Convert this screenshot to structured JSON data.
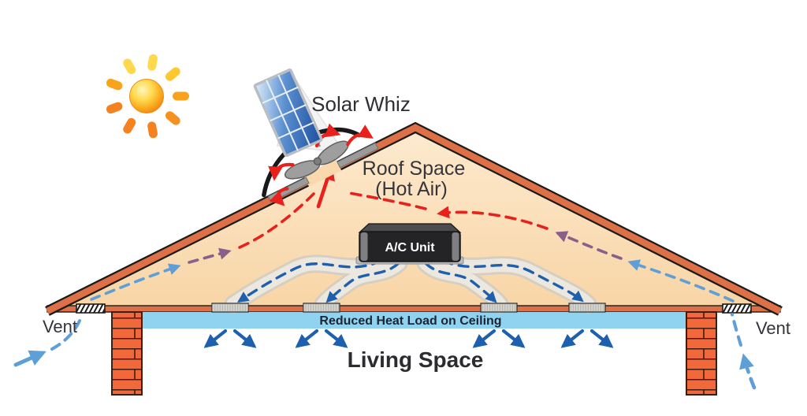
{
  "diagram": {
    "product_label": "Solar Whiz",
    "roof_space_label_line1": "Roof Space",
    "roof_space_label_line2": "(Hot Air)",
    "ac_unit_label": "A/C Unit",
    "ceiling_label": "Reduced Heat Load on Ceiling",
    "living_space_label": "Living Space",
    "left_vent_label": "Vent",
    "right_vent_label": "Vent"
  },
  "colors": {
    "roof_salmon": "#de7048",
    "attic_peach_top": "#fdeacf",
    "attic_peach_bottom": "#f8d5a6",
    "ceiling_blue": "#8fd3f0",
    "brick_orange": "#f1683a",
    "brick_mortar": "#3f1d0c",
    "duct_gray": "#ece8e0",
    "hot_air_red": "#e8211d",
    "cool_air_blue": "#1e5fae",
    "intake_light_blue": "#5e9fd8",
    "mixing_purple": "#8a5f8a",
    "sun_yellow": "#ffd34d",
    "sun_orange": "#f58220",
    "unit_dark": "#242427"
  },
  "icons": {
    "sun-icon": "sun with rays",
    "solar-panel-icon": "tilted blue photovoltaic panel",
    "fan-icon": "roof exhaust fan impeller",
    "fan-cowl": "black hood over fan",
    "eave-vent-icon": "hatched soffit vent grille",
    "ceiling-vent-icon": "ceiling air register",
    "ac-unit-icon": "attic air conditioning unit box",
    "brick-pillar": "brick wall pier"
  },
  "flows": [
    {
      "name": "intake-left",
      "style": "dashed",
      "color": "#5e9fd8"
    },
    {
      "name": "intake-right",
      "style": "dashed",
      "color": "#5e9fd8"
    },
    {
      "name": "mixing-left",
      "style": "dashed",
      "color": "#8a5f8a"
    },
    {
      "name": "mixing-right",
      "style": "dashed",
      "color": "#8a5f8a"
    },
    {
      "name": "hot-air-to-fan",
      "style": "dashed",
      "color": "#e8211d"
    },
    {
      "name": "fan-exhaust",
      "style": "solid",
      "color": "#e8211d"
    },
    {
      "name": "duct-cool-air",
      "style": "dashed",
      "color": "#1e5fae"
    },
    {
      "name": "ceiling-supply",
      "style": "solid",
      "color": "#1e5fae"
    }
  ]
}
